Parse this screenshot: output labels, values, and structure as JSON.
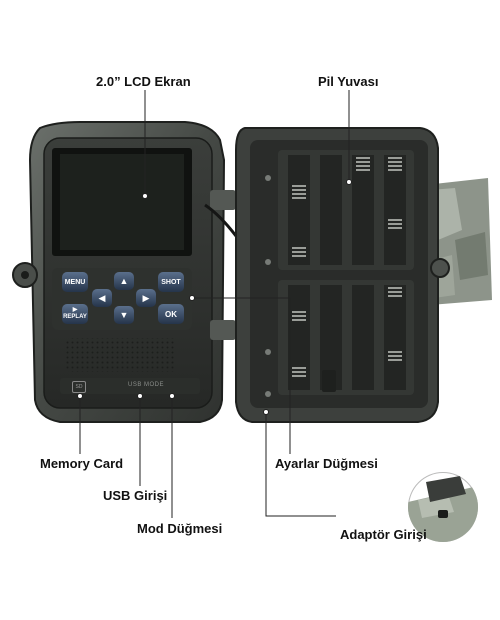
{
  "labels": {
    "lcd": "2.0” LCD Ekran",
    "battery": "Pil Yuvası",
    "memory": "Memory Card",
    "usb": "USB Girişi",
    "mode": "Mod Düğmesi",
    "settings": "Ayarlar Düğmesi",
    "adapter": "Adaptör Girişi"
  },
  "buttons": {
    "menu": "MENU",
    "shot": "SHOT",
    "ok": "OK",
    "replay": "REPLAY"
  },
  "port_text": "USB  MODE",
  "card_icon": "SD",
  "colors": {
    "body": "#3a3d3a",
    "body_light": "#5a5e5a",
    "screen": "#1d211d",
    "camo": "#8a9184",
    "line": "#222222"
  }
}
